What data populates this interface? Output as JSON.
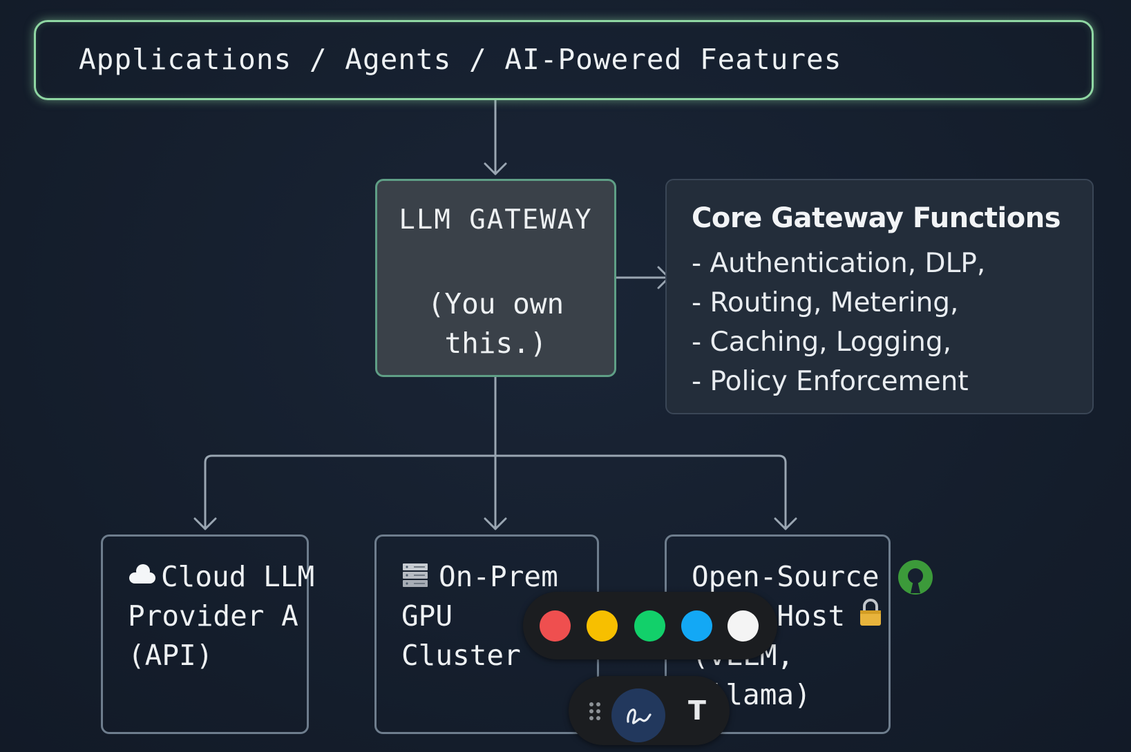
{
  "top": {
    "label": "Applications / Agents / AI-Powered Features"
  },
  "gateway": {
    "title": "LLM GATEWAY",
    "subtitle": "(You own\nthis.)"
  },
  "functions": {
    "heading": "Core Gateway Functions",
    "items": [
      "- Authentication, DLP,",
      "- Routing, Metering,",
      "- Caching, Logging,",
      "- Policy Enforcement"
    ]
  },
  "providers": {
    "cloud": "Cloud LLM\nProvider A\n(API)",
    "onprem": "On-Prem\nGPU\nCluster",
    "oss": "Open-Source\nSelf-Host\n(vLLM,\nOllama)"
  },
  "icons": {
    "cloud": "cloud-icon",
    "server": "server-icon",
    "open_source": "open-source-icon",
    "lock": "lock-icon"
  },
  "toolbar": {
    "colors": [
      "#ef4f4f",
      "#f7bf00",
      "#12d06a",
      "#13a8f5",
      "#f4f4f4"
    ],
    "text_tool_label": "T"
  }
}
